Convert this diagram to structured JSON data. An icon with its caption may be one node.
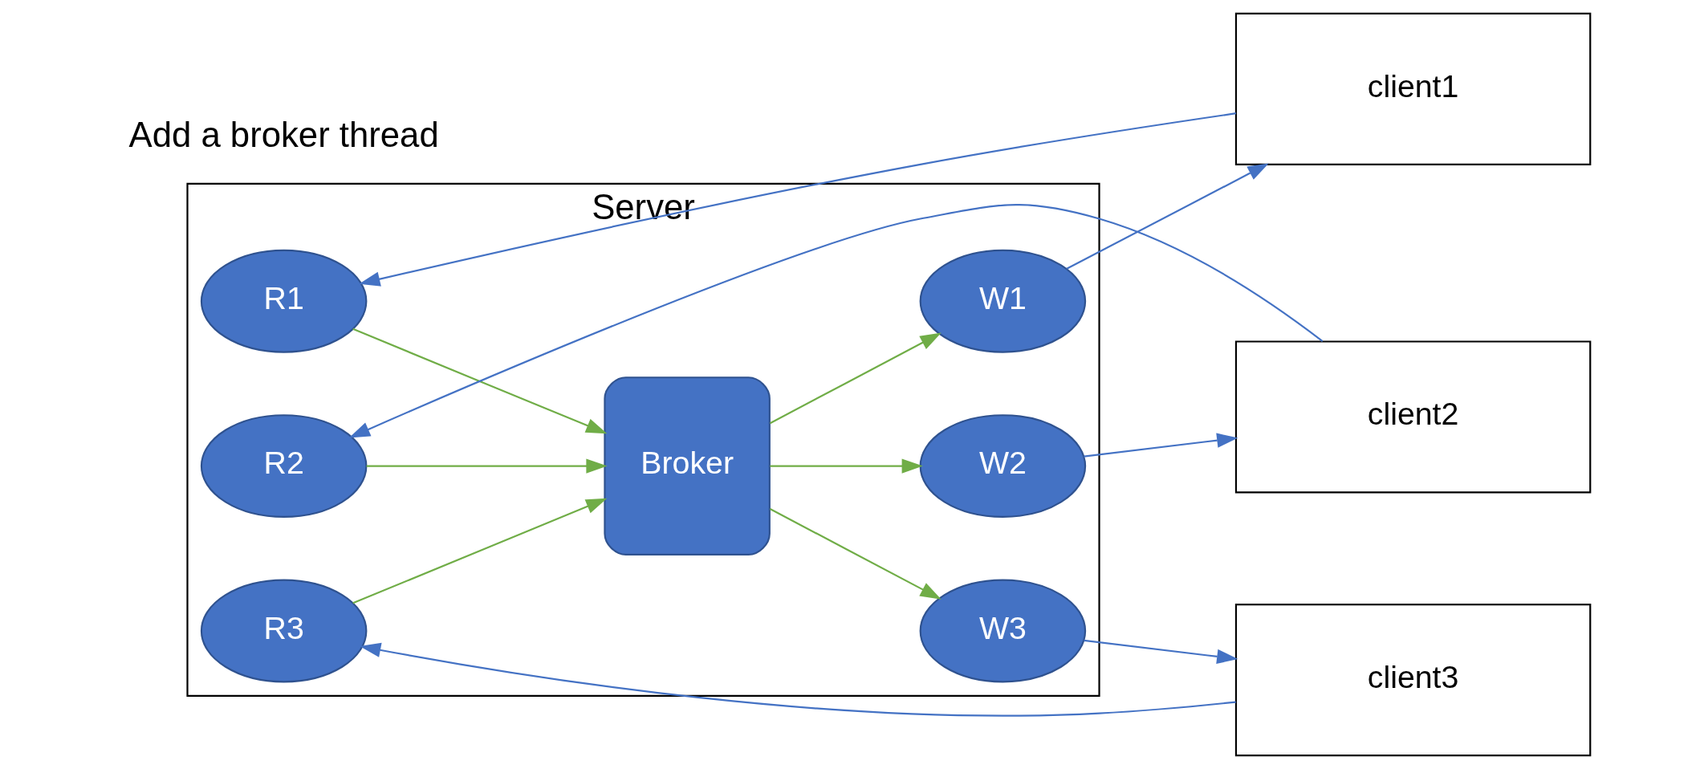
{
  "diagram": {
    "nodes": [
      {
        "text": [
          "Server"
        ]
      },
      {
        "text": [
          "W1"
        ],
        "in": 0
      },
      {
        "text": [
          "W2"
        ],
        "in": 0
      },
      {
        "text": [
          "W3"
        ],
        "in": 0
      },
      {
        "text": [
          "Broker"
        ],
        "in": 0
      },
      {
        "text": [
          "R1"
        ],
        "in": 0
      },
      {
        "text": [
          "R2"
        ],
        "in": 0
      },
      {
        "text": [
          "R3"
        ],
        "in": 0
      },
      {
        "text": [
          "client1"
        ]
      },
      {
        "text": [
          "client2"
        ]
      },
      {
        "text": [
          "client3"
        ]
      }
    ],
    "edges": [
      {
        "from": 1,
        "to": 8,
        "arrow": "to"
      },
      {
        "from": 2,
        "to": 9,
        "arrow": "to"
      },
      {
        "from": 3,
        "to": 10,
        "arrow": "to"
      },
      {
        "from": 8,
        "to": 5,
        "arrow": "to"
      },
      {
        "from": 9,
        "to": 6,
        "arrow": "to"
      },
      {
        "from": 10,
        "to": 7,
        "arrow": "to"
      },
      {
        "from": 4,
        "to": 1,
        "arrow": "to",
        "color": "#70ad47"
      },
      {
        "from": 4,
        "to": 2,
        "arrow": "to",
        "color": "#70ad47"
      },
      {
        "from": 4,
        "to": 3,
        "arrow": "to",
        "color": "#70ad47"
      },
      {
        "from": 5,
        "to": 4,
        "arrow": "to",
        "color": "#70ad47"
      },
      {
        "from": 6,
        "to": 4,
        "arrow": "to",
        "color": "#70ad47"
      },
      {
        "from": 7,
        "to": 4,
        "arrow": "to",
        "color": "#70ad47"
      }
    ],
    "labels": [
      "Add a broker thread"
    ]
  }
}
